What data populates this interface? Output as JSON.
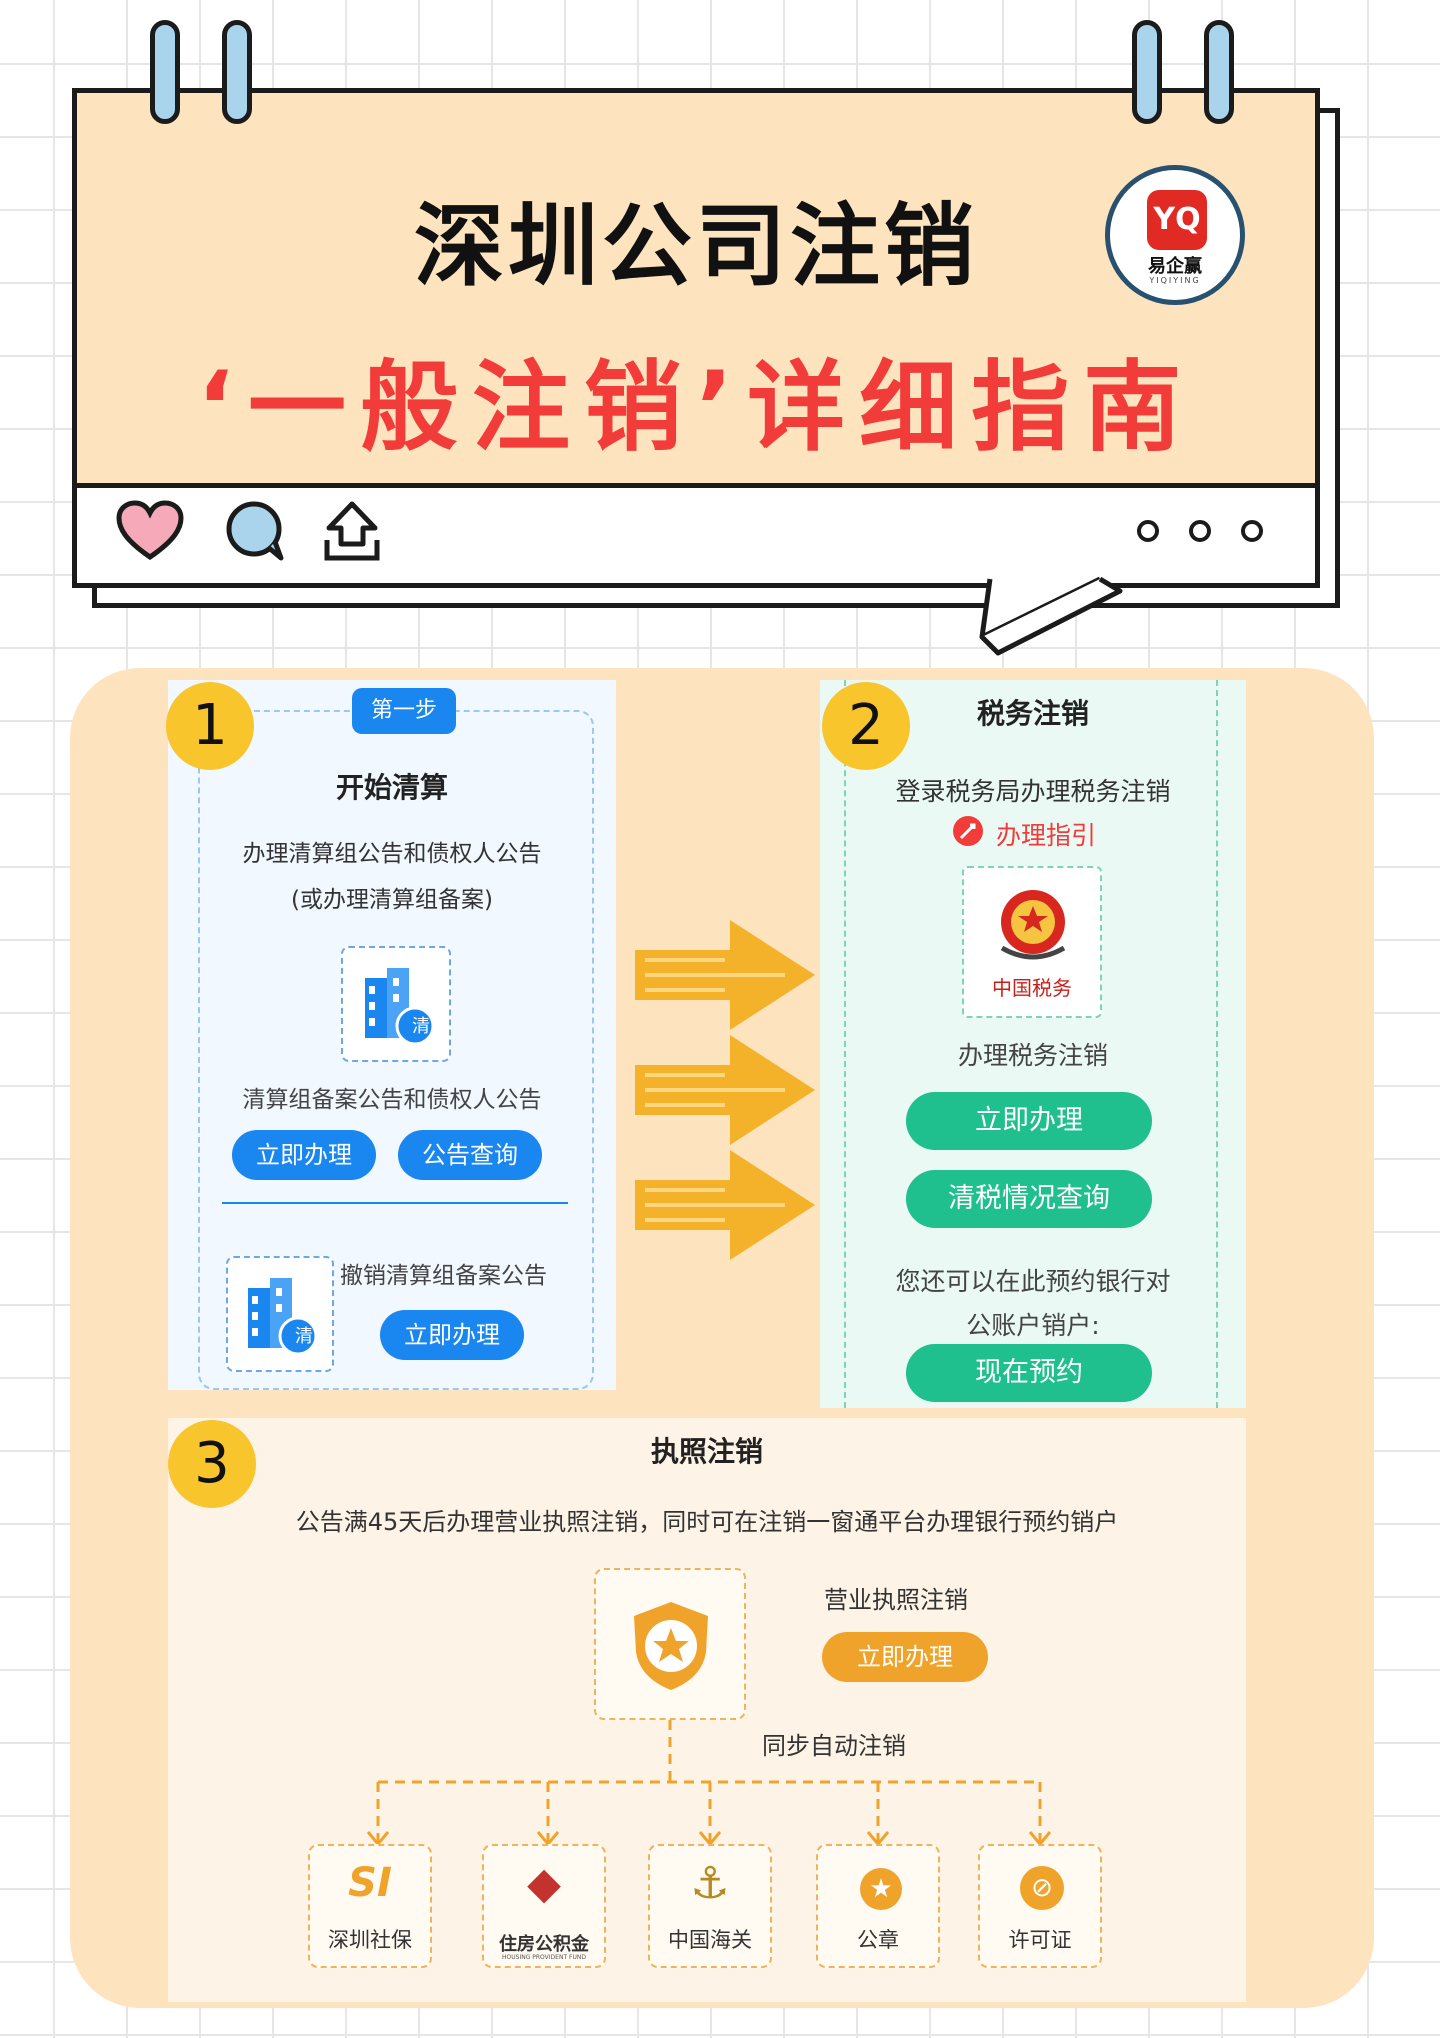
{
  "header": {
    "title_line1": "深圳公司注销",
    "title_line2": "‘一般注销’详细指南",
    "logo": {
      "mark": "YQ",
      "name": "易企赢",
      "sub": "YIQIYING"
    },
    "actions": [
      "heart-icon",
      "comment-icon",
      "share-icon",
      "more-icon"
    ]
  },
  "step1": {
    "number": "1",
    "tag": "第一步",
    "title": "开始清算",
    "desc_line1": "办理清算组公告和债权人公告",
    "desc_line2": "(或办理清算组备案)",
    "icon_badge": "清",
    "section_label": "清算组备案公告和债权人公告",
    "btn_handle": "立即办理",
    "btn_query": "公告查询",
    "revoke_label": "撤销清算组备案公告",
    "revoke_icon_badge": "清",
    "btn_revoke": "立即办理"
  },
  "step2": {
    "number": "2",
    "title": "税务注销",
    "desc": "登录税务局办理税务注销",
    "guide_link": "办理指引",
    "emblem_text": "中国税务",
    "label": "办理税务注销",
    "btn_handle": "立即办理",
    "btn_query": "清税情况查询",
    "bank_line1": "您还可以在此预约银行对",
    "bank_line2": "公账户销户:",
    "btn_reserve": "现在预约"
  },
  "step3": {
    "number": "3",
    "title": "执照注销",
    "desc": "公告满45天后办理营业执照注销，同时可在注销一窗通平台办理银行预约销户",
    "license_label": "营业执照注销",
    "btn_handle": "立即办理",
    "sync_label": "同步自动注销",
    "orgs": [
      {
        "label": "深圳社保",
        "icon": "social-security-icon",
        "glyph": "SI"
      },
      {
        "label": "住房公积金",
        "icon": "housing-fund-icon",
        "glyph": "◆",
        "sub": "HOUSING PROVIDENT FUND"
      },
      {
        "label": "中国海关",
        "icon": "customs-icon",
        "glyph": "⚓"
      },
      {
        "label": "公章",
        "icon": "seal-icon",
        "glyph": "★"
      },
      {
        "label": "许可证",
        "icon": "permit-icon",
        "glyph": "⊘"
      }
    ]
  },
  "colors": {
    "accent_red": "#f23c3a",
    "panel": "#fde3be",
    "step_blue": "#1a86f0",
    "step_green": "#1fbf8e",
    "step_orange": "#f0a32b",
    "badge_yellow": "#f9c52d"
  }
}
